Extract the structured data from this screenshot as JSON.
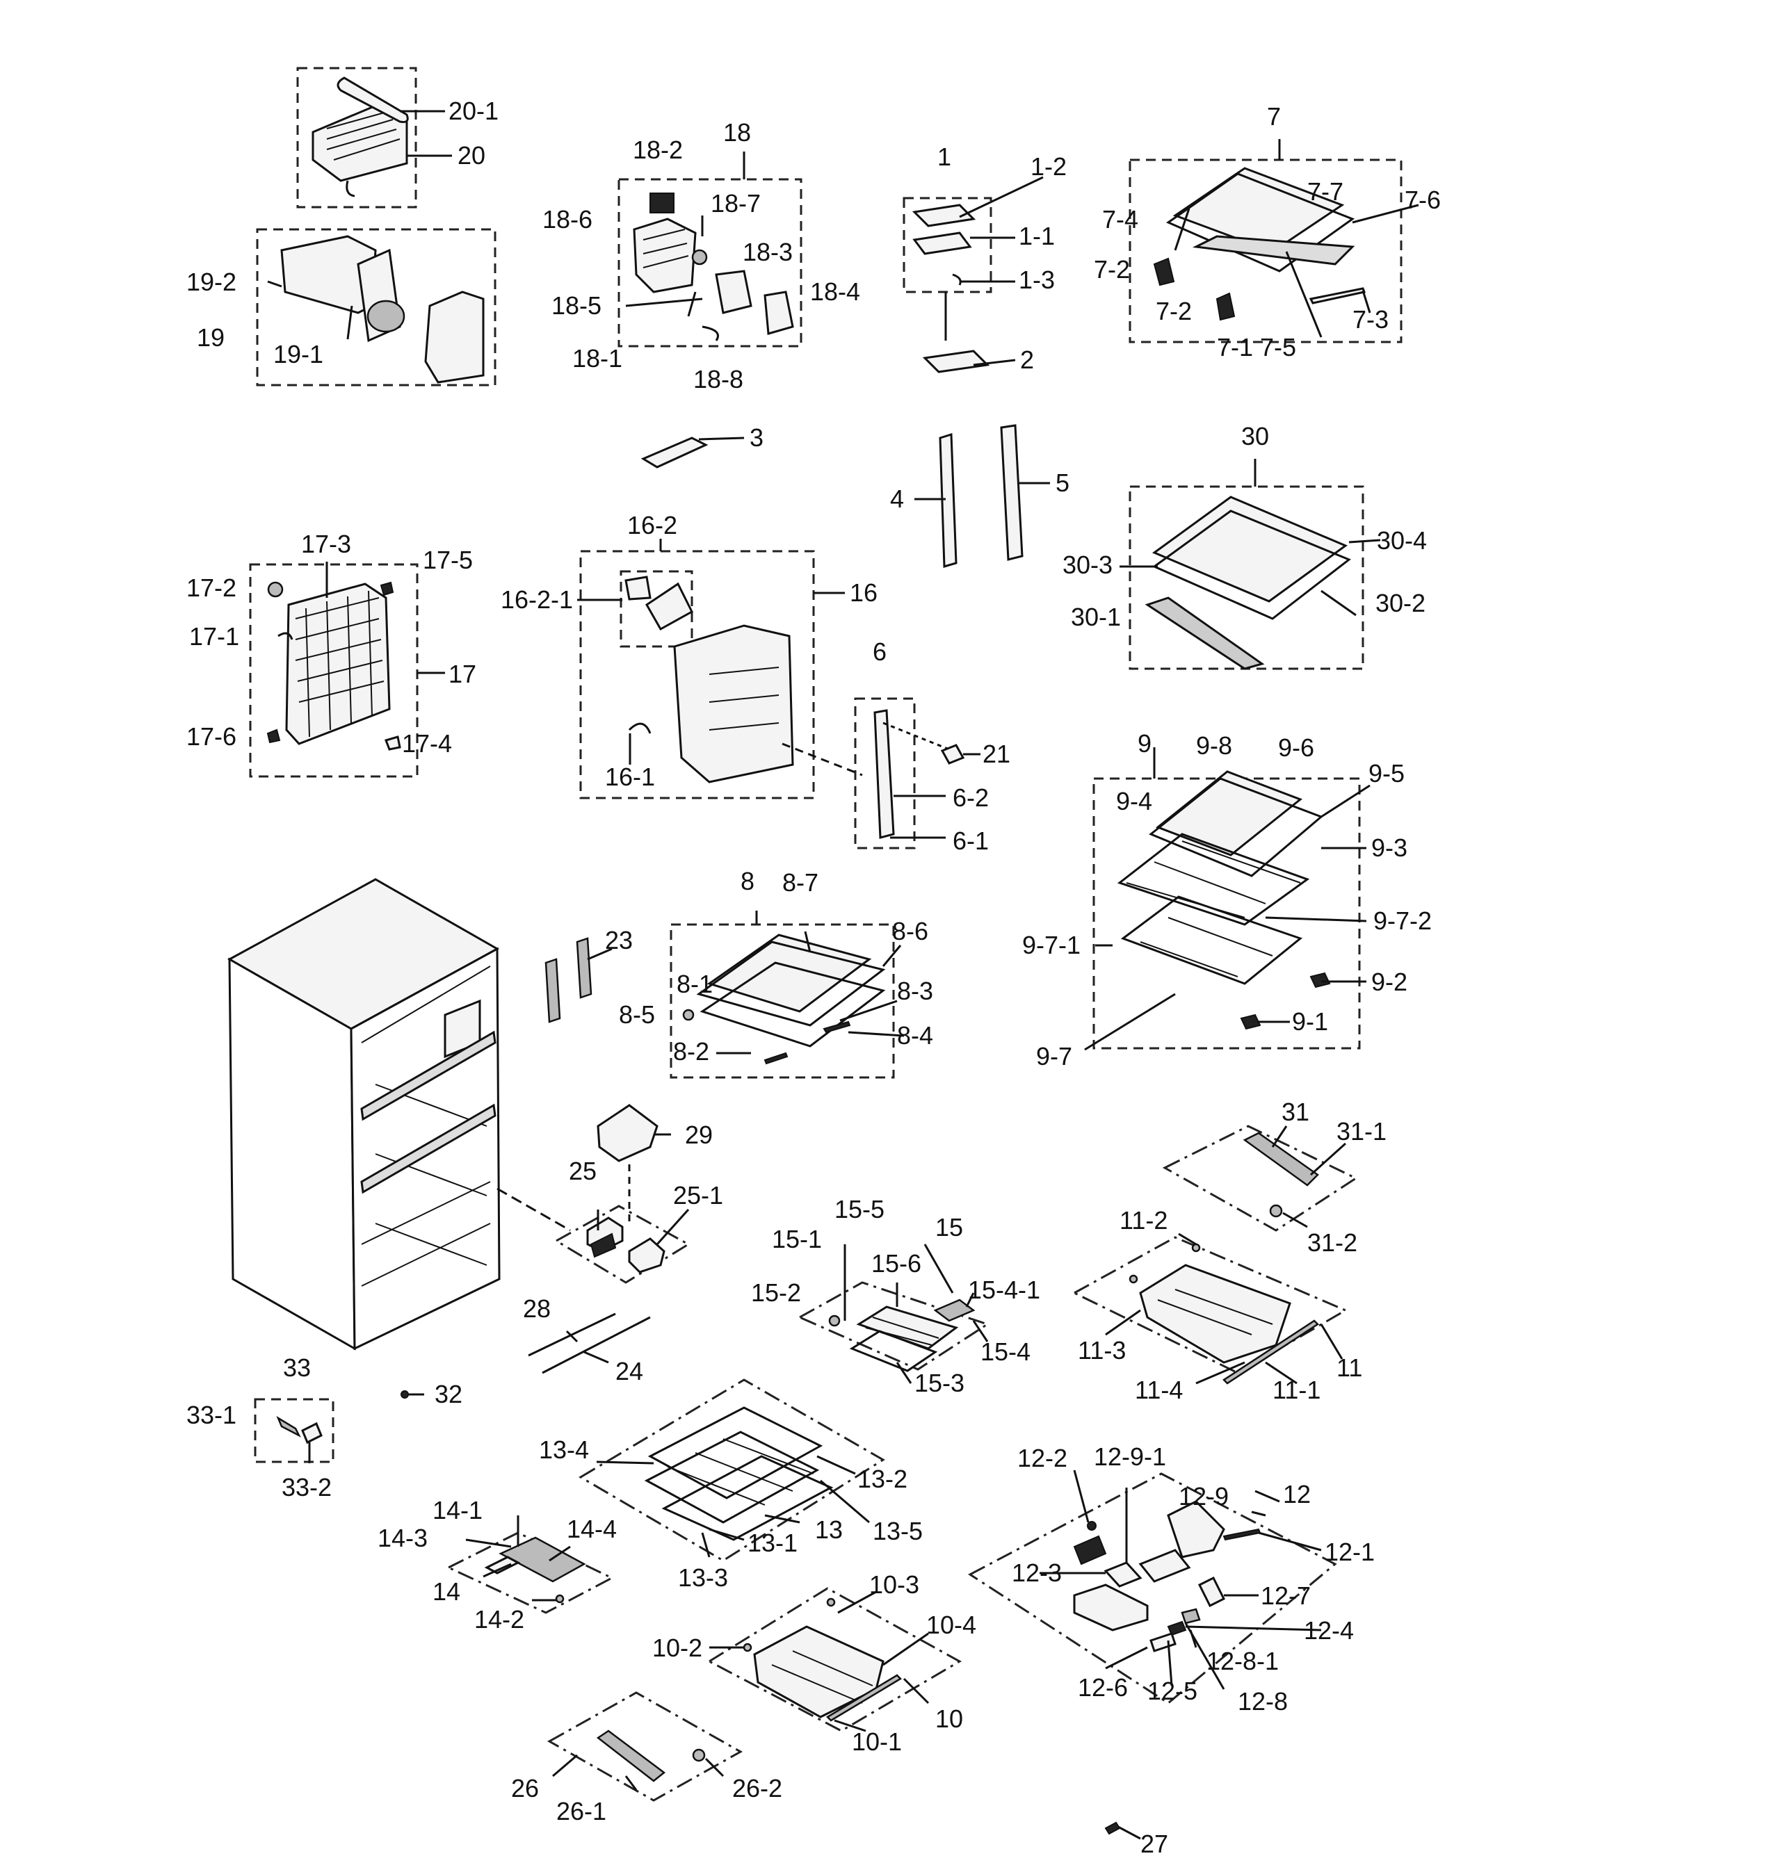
{
  "labels": {
    "l20_1": "20-1",
    "l20": "20",
    "l19_2": "19-2",
    "l19": "19",
    "l19_1": "19-1",
    "l18_2": "18-2",
    "l18": "18",
    "l18_7": "18-7",
    "l18_6": "18-6",
    "l18_3": "18-3",
    "l18_5": "18-5",
    "l18_4": "18-4",
    "l18_1": "18-1",
    "l18_8": "18-8",
    "l1": "1",
    "l1_2": "1-2",
    "l1_1": "1-1",
    "l1_3": "1-3",
    "l2": "2",
    "l7": "7",
    "l7_7": "7-7",
    "l7_6": "7-6",
    "l7_4": "7-4",
    "l7_2a": "7-2",
    "l7_2b": "7-2",
    "l7_3": "7-3",
    "l7_1_7_5": "7-1 7-5",
    "l3": "3",
    "l4": "4",
    "l5": "5",
    "l30": "30",
    "l30_4": "30-4",
    "l30_3": "30-3",
    "l30_2": "30-2",
    "l30_1": "30-1",
    "l16_2": "16-2",
    "l16": "16",
    "l16_2_1": "16-2-1",
    "l16_1": "16-1",
    "l17_3": "17-3",
    "l17_5": "17-5",
    "l17_2": "17-2",
    "l17_1": "17-1",
    "l17": "17",
    "l17_6": "17-6",
    "l17_4": "17-4",
    "l6": "6",
    "l21": "21",
    "l6_2": "6-2",
    "l6_1": "6-1",
    "l9": "9",
    "l9_8": "9-8",
    "l9_6": "9-6",
    "l9_5": "9-5",
    "l9_4": "9-4",
    "l9_3": "9-3",
    "l9_7_2": "9-7-2",
    "l9_7_1": "9-7-1",
    "l9_2": "9-2",
    "l9_1": "9-1",
    "l9_7": "9-7",
    "l8": "8",
    "l8_7": "8-7",
    "l8_6": "8-6",
    "l8_1": "8-1",
    "l8_3": "8-3",
    "l8_5": "8-5",
    "l8_4": "8-4",
    "l8_2": "8-2",
    "l23": "23",
    "l29": "29",
    "l25": "25",
    "l25_1": "25-1",
    "l31": "31",
    "l31_1": "31-1",
    "l31_2": "31-2",
    "l15_5": "15-5",
    "l15": "15",
    "l15_1": "15-1",
    "l15_6": "15-6",
    "l15_2": "15-2",
    "l15_4_1": "15-4-1",
    "l15_4": "15-4",
    "l15_3": "15-3",
    "l11_2": "11-2",
    "l11_3": "11-3",
    "l11": "11",
    "l11_4": "11-4",
    "l11_1": "11-1",
    "l28": "28",
    "l24": "24",
    "l33": "33",
    "l32": "32",
    "l33_1": "33-1",
    "l33_2": "33-2",
    "l13_4": "13-4",
    "l13_2": "13-2",
    "l13": "13",
    "l13_5": "13-5",
    "l13_1": "13-1",
    "l13_3": "13-3",
    "l14_1": "14-1",
    "l14_3": "14-3",
    "l14_4": "14-4",
    "l14": "14",
    "l14_2": "14-2",
    "l12_2": "12-2",
    "l12_9_1": "12-9-1",
    "l12_9": "12-9",
    "l12": "12",
    "l12_1": "12-1",
    "l12_3": "12-3",
    "l12_7": "12-7",
    "l12_4": "12-4",
    "l12_8_1": "12-8-1",
    "l12_6": "12-6",
    "l12_5": "12-5",
    "l12_8": "12-8",
    "l10_3": "10-3",
    "l10_4": "10-4",
    "l10_2": "10-2",
    "l10": "10",
    "l10_1": "10-1",
    "l26": "26",
    "l26_1": "26-1",
    "l26_2": "26-2",
    "l27": "27"
  }
}
